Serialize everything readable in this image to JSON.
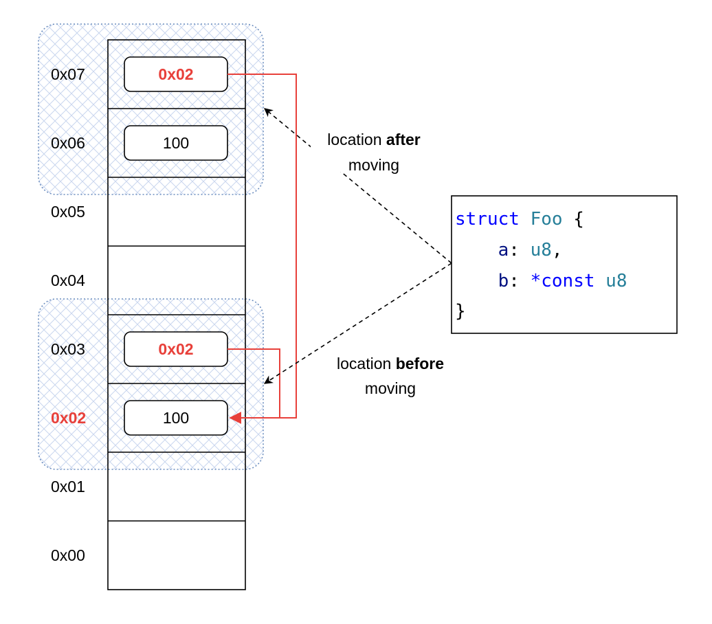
{
  "memory": {
    "addresses": [
      "0x07",
      "0x06",
      "0x05",
      "0x04",
      "0x03",
      "0x02",
      "0x01",
      "0x00"
    ],
    "highlighted_address": "0x02"
  },
  "cells": {
    "after_pointer": "0x02",
    "after_value": "100",
    "before_pointer": "0x02",
    "before_value": "100"
  },
  "annotations": {
    "after": {
      "prefix": "location ",
      "bold": "after",
      "line2": "moving"
    },
    "before": {
      "prefix": "location ",
      "bold": "before",
      "line2": "moving"
    }
  },
  "code": {
    "line1_kw": "struct",
    "line1_name": "Foo",
    "line1_brace": "{",
    "line2_field": "a",
    "line2_colon": ":",
    "line2_type": "u8",
    "line2_comma": ",",
    "line3_field": "b",
    "line3_colon": ":",
    "line3_kw": "*const",
    "line3_type": "u8",
    "line4_brace": "}"
  },
  "colors": {
    "pointer_arrow": "#e8403a",
    "group_outline": "#6c8ebf",
    "keyword": "#0000ff",
    "type": "#267f99",
    "field": "#001080"
  }
}
